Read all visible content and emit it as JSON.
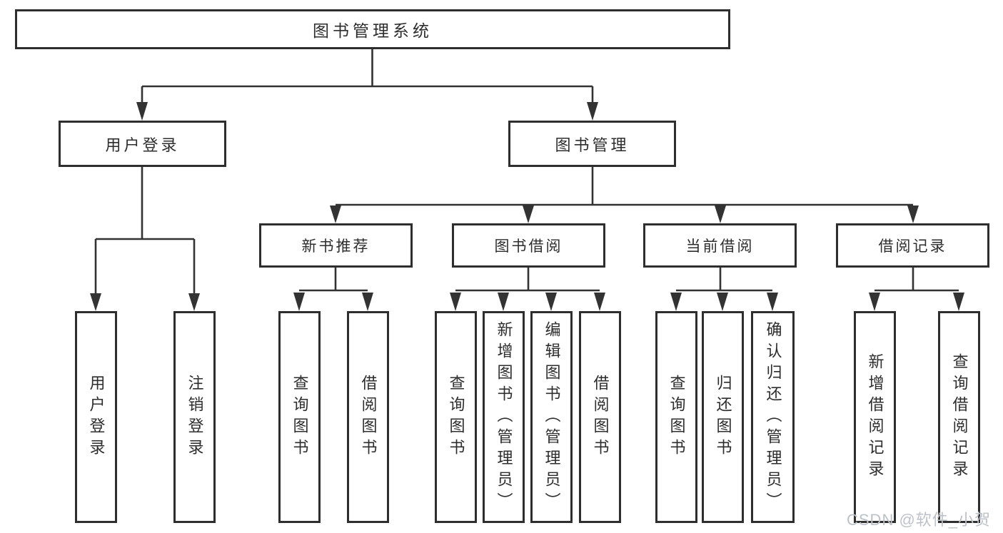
{
  "diagram": {
    "type": "tree-structure-chart",
    "colors": {
      "line": "#333333",
      "box_border": "#2e2e2e",
      "box_fill": "#ffffff",
      "text": "#2d2d2d",
      "watermark_text": "#bdc1c8"
    },
    "tree": {
      "root": "图书管理系统",
      "login": {
        "label": "用户登录",
        "children": [
          "用户登录",
          "注销登录"
        ]
      },
      "management": {
        "label": "图书管理",
        "modules": [
          {
            "label": "新书推荐",
            "children": [
              "查询图书",
              "借阅图书"
            ]
          },
          {
            "label": "图书借阅",
            "children": [
              "查询图书",
              "新增图书（管理员）",
              "编辑图书（管理员）",
              "借阅图书"
            ]
          },
          {
            "label": "当前借阅",
            "children": [
              "查询图书",
              "归还图书",
              "确认归还（管理员）"
            ]
          },
          {
            "label": "借阅记录",
            "children": [
              "新增借阅记录",
              "查询借阅记录"
            ]
          }
        ]
      }
    },
    "watermark": "CSDN @软件_小贺同学"
  }
}
